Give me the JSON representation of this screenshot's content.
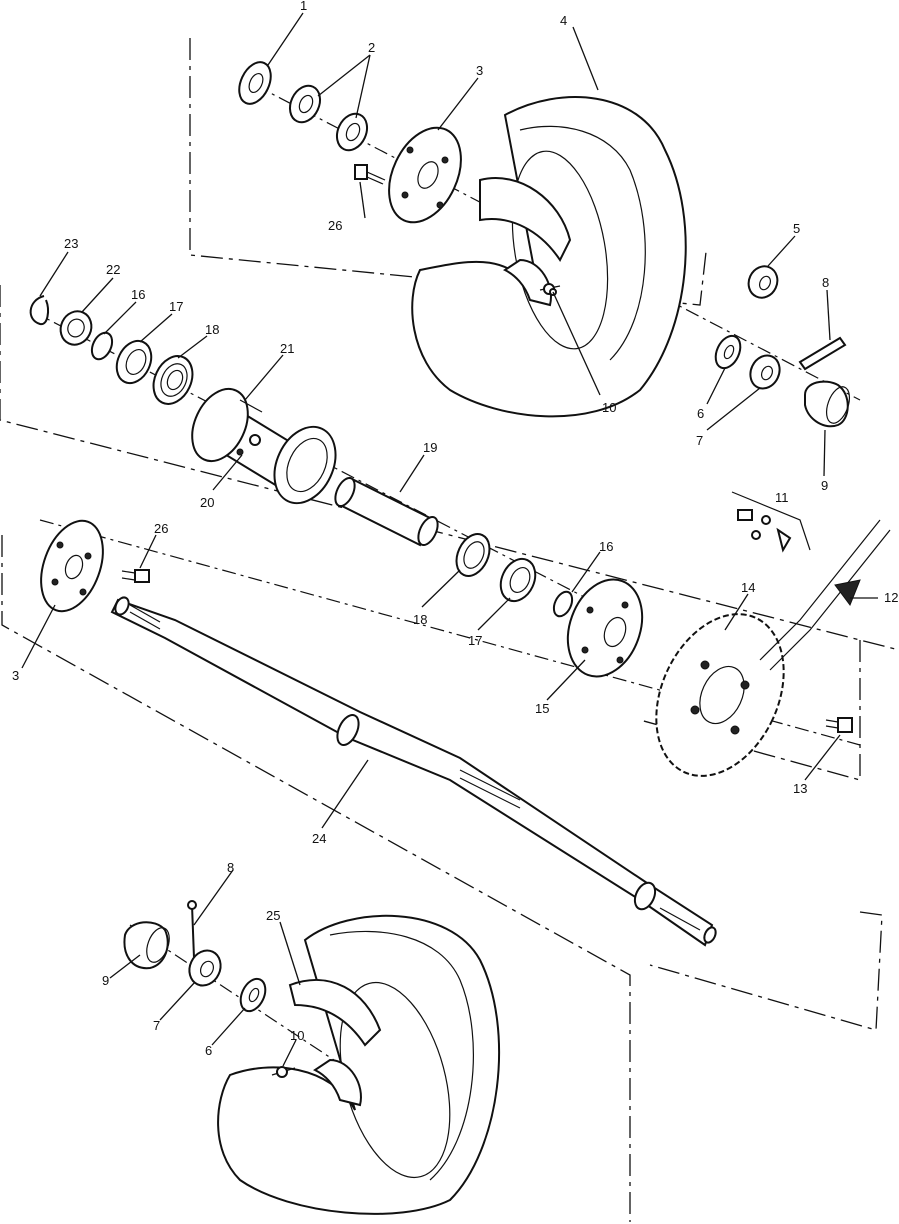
{
  "callouts": [
    {
      "id": "c1",
      "text": "1"
    },
    {
      "id": "c2",
      "text": "2"
    },
    {
      "id": "c3a",
      "text": "3"
    },
    {
      "id": "c4",
      "text": "4"
    },
    {
      "id": "c5",
      "text": "5"
    },
    {
      "id": "c8a",
      "text": "8"
    },
    {
      "id": "c26a",
      "text": "26"
    },
    {
      "id": "c23",
      "text": "23"
    },
    {
      "id": "c22",
      "text": "22"
    },
    {
      "id": "c16a",
      "text": "16"
    },
    {
      "id": "c17a",
      "text": "17"
    },
    {
      "id": "c18a",
      "text": "18"
    },
    {
      "id": "c21",
      "text": "21"
    },
    {
      "id": "c10a",
      "text": "10"
    },
    {
      "id": "c6a",
      "text": "6"
    },
    {
      "id": "c7a",
      "text": "7"
    },
    {
      "id": "c9a",
      "text": "9"
    },
    {
      "id": "c20",
      "text": "20"
    },
    {
      "id": "c19",
      "text": "19"
    },
    {
      "id": "c11",
      "text": "11"
    },
    {
      "id": "c26b",
      "text": "26"
    },
    {
      "id": "c16b",
      "text": "16"
    },
    {
      "id": "c12",
      "text": "12"
    },
    {
      "id": "c14",
      "text": "14"
    },
    {
      "id": "c3b",
      "text": "3"
    },
    {
      "id": "c18b",
      "text": "18"
    },
    {
      "id": "c17b",
      "text": "17"
    },
    {
      "id": "c15",
      "text": "15"
    },
    {
      "id": "c13",
      "text": "13"
    },
    {
      "id": "c24",
      "text": "24"
    },
    {
      "id": "c8b",
      "text": "8"
    },
    {
      "id": "c25",
      "text": "25"
    },
    {
      "id": "c9b",
      "text": "9"
    },
    {
      "id": "c7b",
      "text": "7"
    },
    {
      "id": "c6b",
      "text": "6"
    },
    {
      "id": "c10b",
      "text": "10"
    }
  ]
}
